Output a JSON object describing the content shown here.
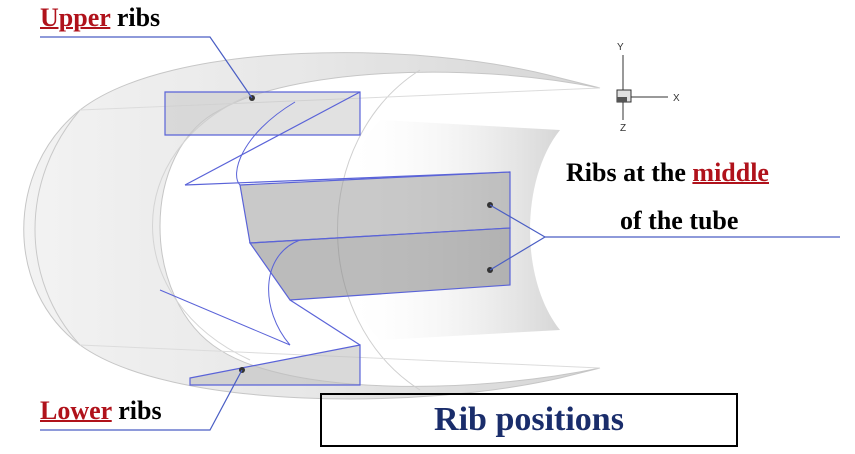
{
  "labels": {
    "upper": {
      "emphasis": "Upper",
      "rest": " ribs"
    },
    "lower": {
      "emphasis": "Lower",
      "rest": " ribs"
    },
    "middle": {
      "line1_prefix": "Ribs at the ",
      "line1_emphasis": "middle",
      "line2": "of the tube"
    }
  },
  "title": "Rib positions",
  "axes": {
    "y": "Y",
    "x": "X",
    "z": "Z"
  },
  "colors": {
    "emphasis": "#b0121b",
    "title": "#1a2d6b",
    "rib_outline": "#5a63d8",
    "tube_fill": "#d9d9d9"
  }
}
